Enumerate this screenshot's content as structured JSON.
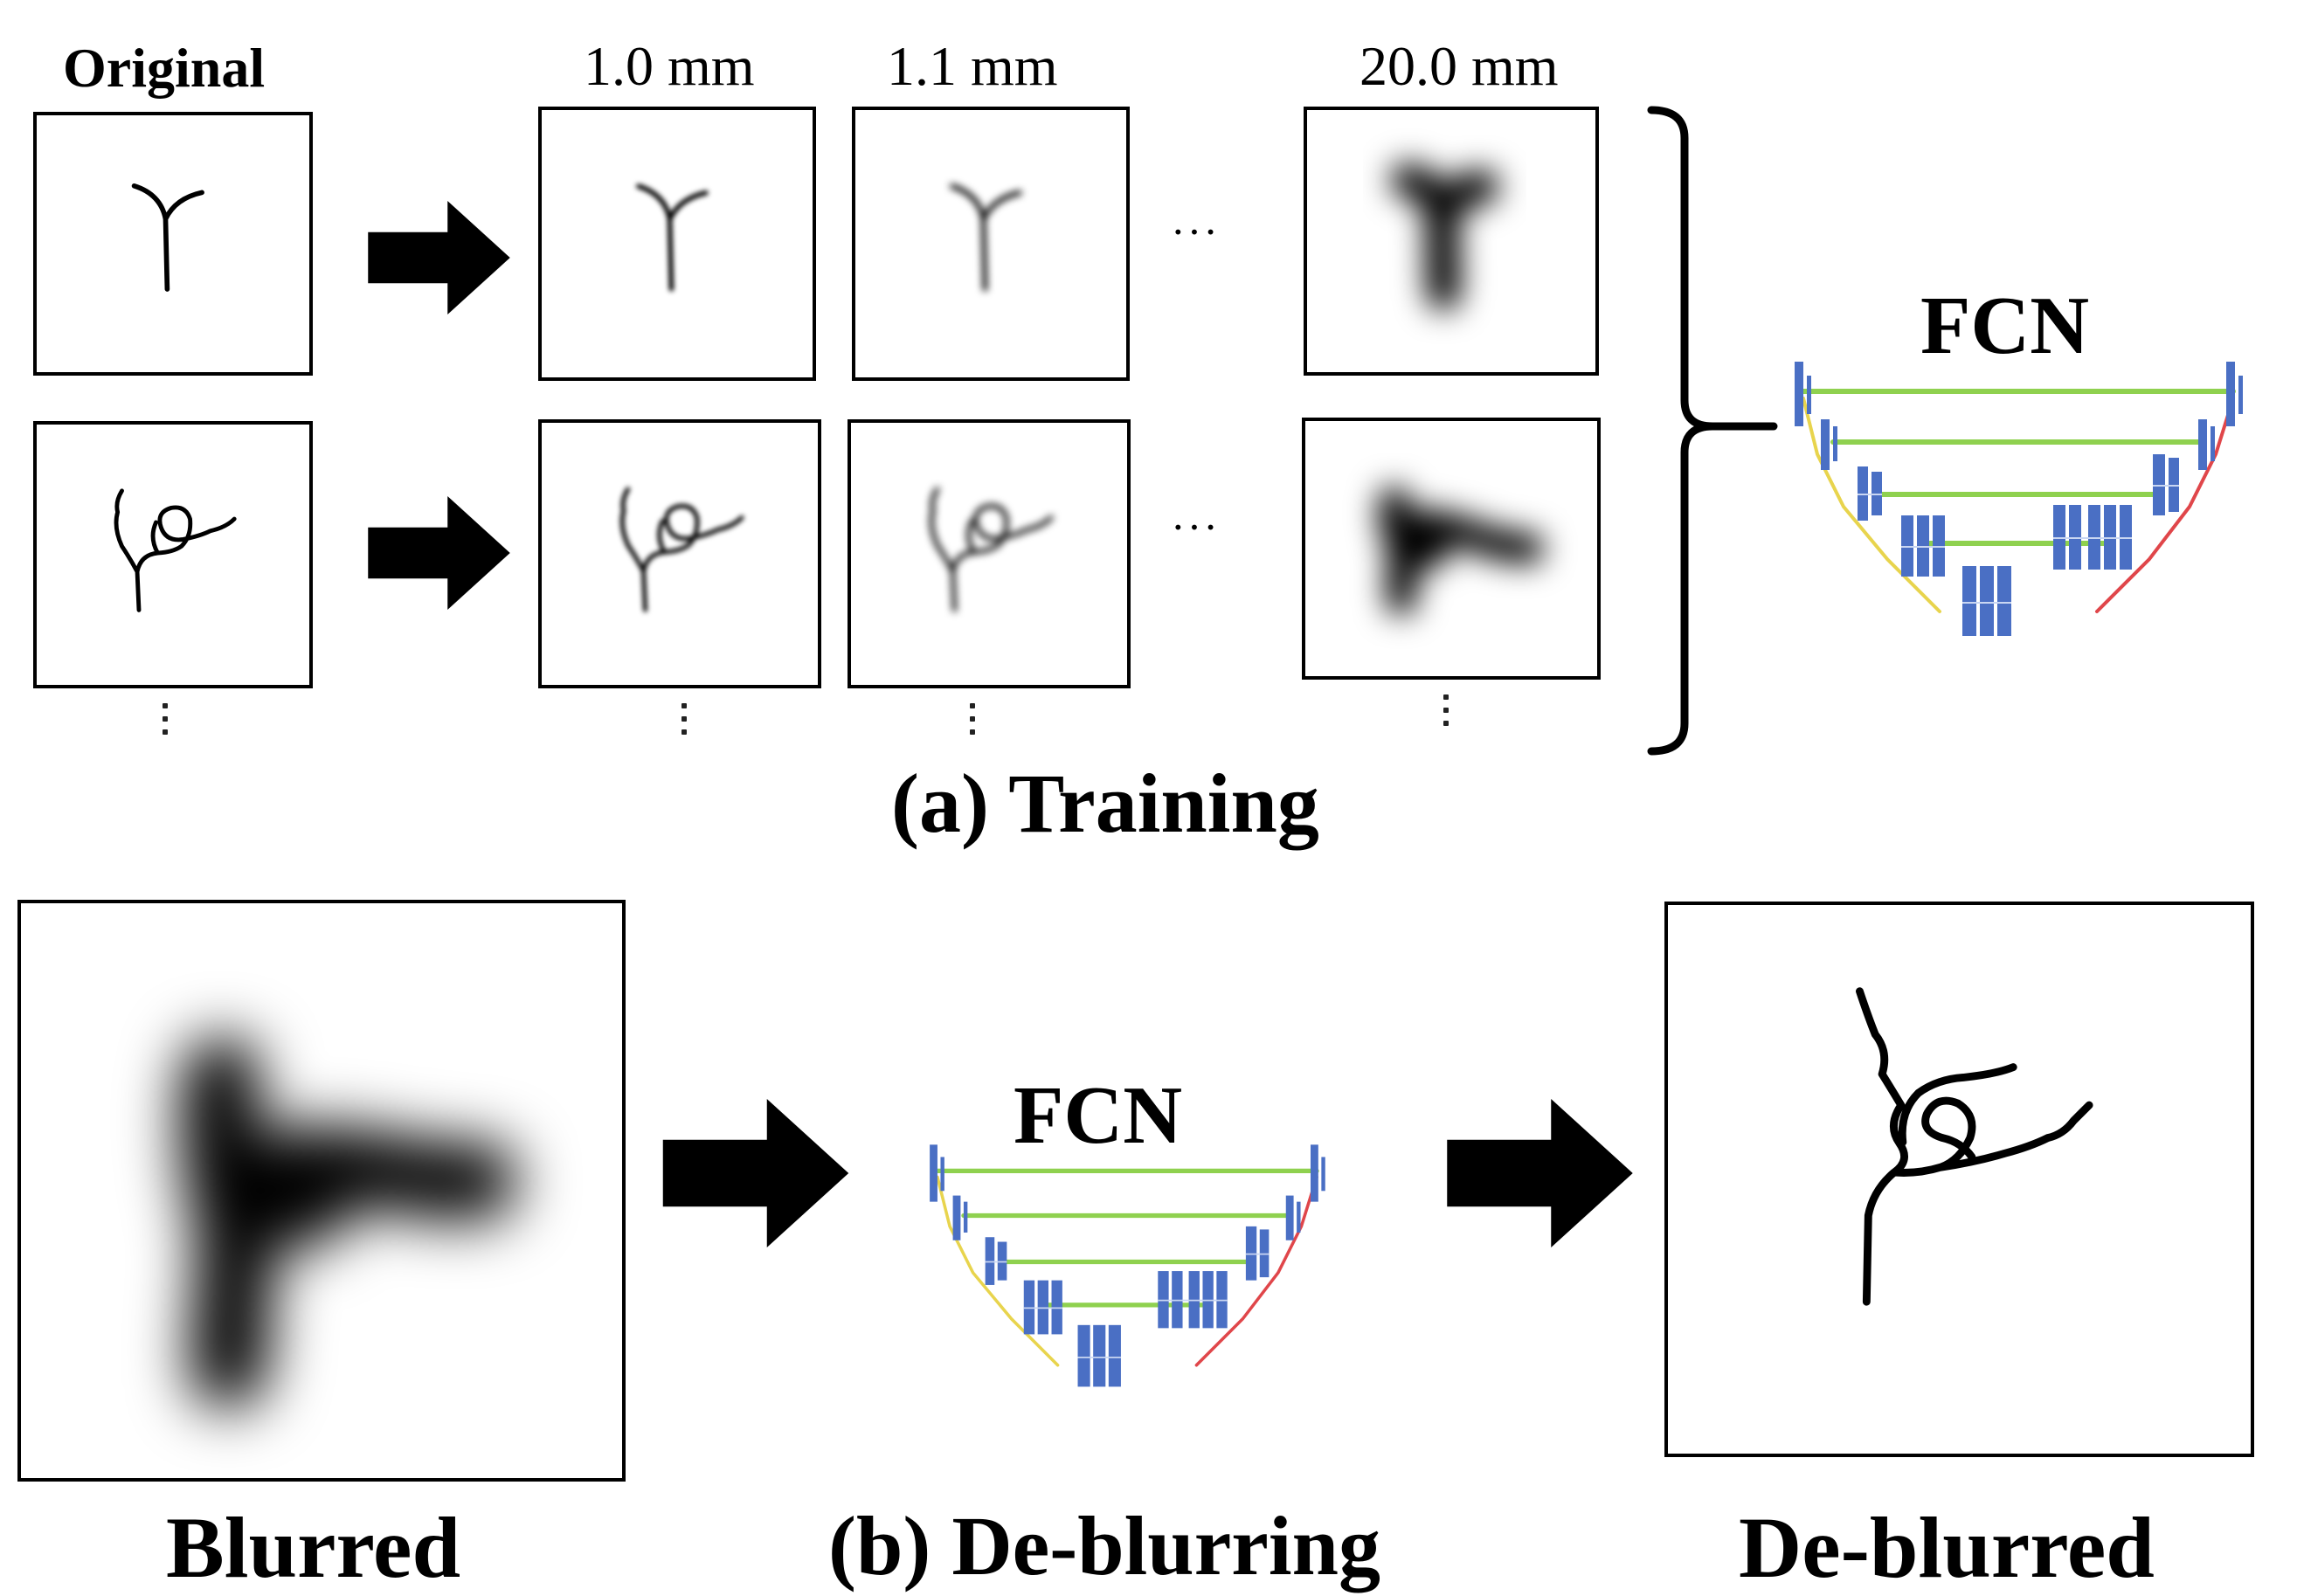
{
  "training": {
    "headers": {
      "original": "Original",
      "s1": "1.0 mm",
      "s2": "1.1 mm",
      "s3": "20.0 mm"
    },
    "network_label": "FCN",
    "caption": "(a) Training"
  },
  "deblurring": {
    "input_label": "Blurred",
    "network_label": "FCN",
    "output_label": "De-blurred",
    "caption": "(b) De-blurring"
  },
  "colors": {
    "skip_connection": "#8fd14f",
    "conv_block": "#4a6fc4",
    "downsample": "#e8d44d",
    "upsample": "#e0464a"
  },
  "icons": {
    "arrow": "arrow-right-icon",
    "network": "unet-icon",
    "bracket": "right-bracket-icon"
  }
}
